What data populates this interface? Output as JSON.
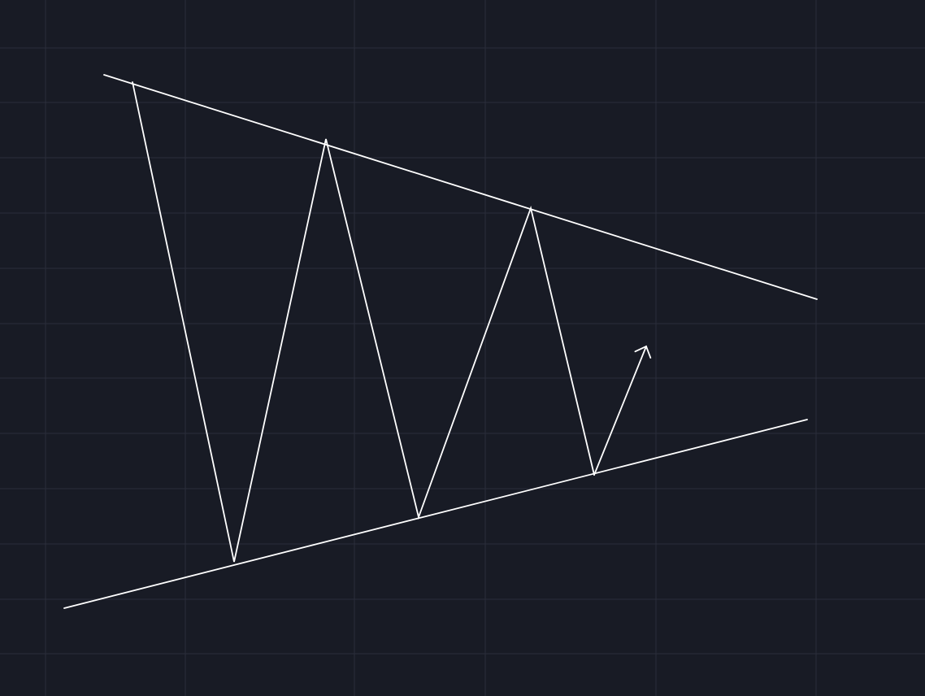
{
  "theme": {
    "background": "#181b25",
    "grid_color": "#2a2e3a",
    "line_color": "#ffffff"
  },
  "chart_data": {
    "type": "line",
    "title": "",
    "xlabel": "",
    "ylabel": "",
    "grid": true,
    "axis_ticks_visible": false,
    "pattern": "symmetrical-triangle",
    "series": [
      {
        "role": "price-zigzag",
        "points": [
          [
            163,
            101
          ],
          [
            288,
            691
          ],
          [
            401,
            171
          ],
          [
            515,
            636
          ],
          [
            653,
            256
          ],
          [
            731,
            584
          ]
        ]
      }
    ],
    "trendlines": [
      {
        "role": "upper-resistance",
        "from": [
          128,
          92
        ],
        "to": [
          1005,
          368
        ]
      },
      {
        "role": "lower-support",
        "from": [
          79,
          748
        ],
        "to": [
          993,
          516
        ]
      }
    ],
    "arrows": [
      {
        "role": "breakout-direction",
        "from": [
          731,
          584
        ],
        "to": [
          795,
          426
        ]
      }
    ]
  }
}
